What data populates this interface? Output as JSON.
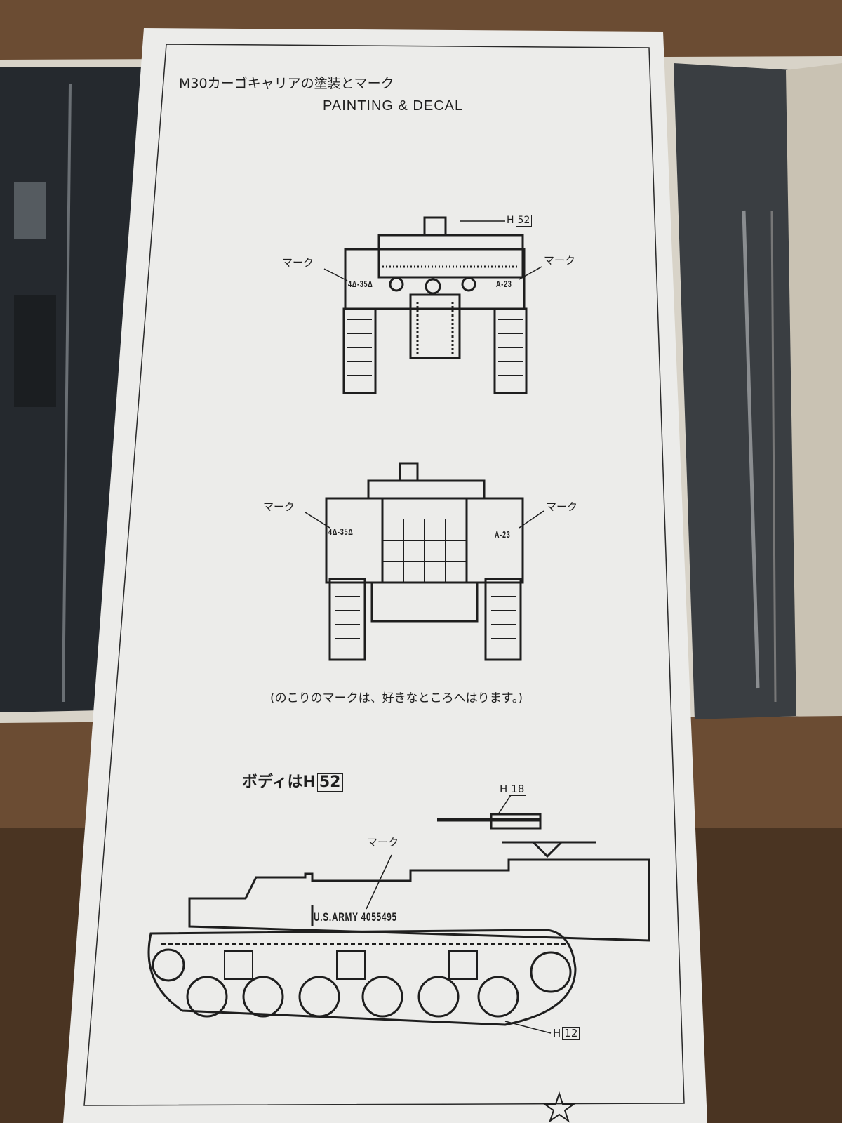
{
  "sheet": {
    "title_jp": "M30カーゴキャリアの塗装とマーク",
    "title_en": "PAINTING & DECAL",
    "front_view": {
      "part_label_letter": "H",
      "part_label_number": "52",
      "mark_left": "マーク",
      "mark_right": "マーク",
      "decal_left": "4Δ-35Δ",
      "decal_right": "A-23"
    },
    "rear_view": {
      "mark_left": "マーク",
      "mark_right": "マーク",
      "decal_left": "4Δ-35Δ",
      "decal_right": "A-23"
    },
    "note": "(のこりのマークは、好きなところへはります。)",
    "body_label_text": "ボディはH",
    "body_label_number": "52",
    "side_view": {
      "gun_label_letter": "H",
      "gun_label_number": "18",
      "mark": "マーク",
      "decal": "U.S.ARMY 4055495",
      "wheel_label_letter": "H",
      "wheel_label_number": "12"
    }
  },
  "colors": {
    "paper": "#ececea",
    "ink": "#1e1e1e",
    "wood": "#6b4c33",
    "box_interior": "#d8d3c8",
    "plastic_bag": "#2a2e33"
  }
}
